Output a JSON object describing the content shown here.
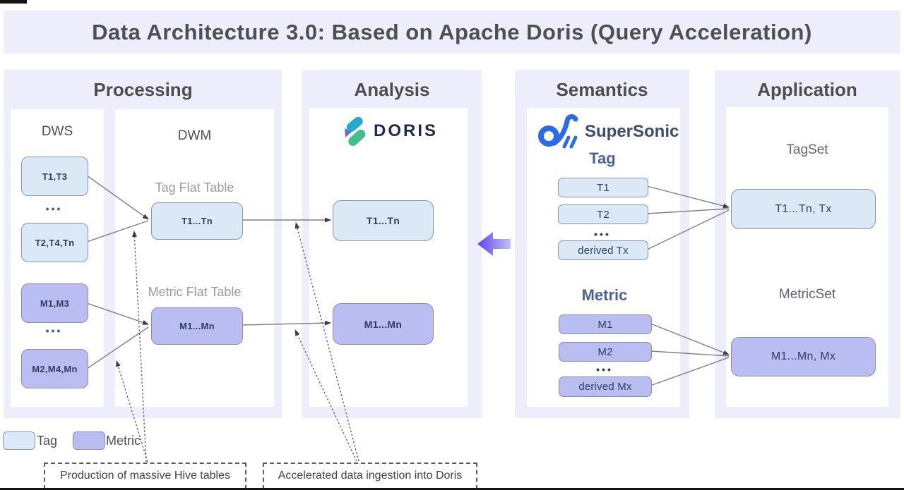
{
  "title": "Data Architecture 3.0: Based on Apache Doris (Query Acceleration)",
  "processing": {
    "header": "Processing",
    "dws": {
      "label": "DWS",
      "boxes": [
        "T1,T3",
        "T2,T4,Tn",
        "M1,M3",
        "M2,M4,Mn"
      ],
      "ellipsis": "•••"
    },
    "dwm": {
      "label": "DWM",
      "tag_flat_label": "Tag Flat Table",
      "tag_flat_box": "T1...Tn",
      "metric_flat_label": "Metric Flat Table",
      "metric_flat_box": "M1...Mn"
    }
  },
  "analysis": {
    "header": "Analysis",
    "logo_text": "DORIS",
    "tag_box": "T1...Tn",
    "metric_box": "M1...Mn"
  },
  "semantics": {
    "header": "Semantics",
    "logo_text": "SuperSonic",
    "tag_label": "Tag",
    "tag_items": [
      "T1",
      "T2"
    ],
    "tag_derived": "derived Tx",
    "ellipsis": "•••",
    "metric_label": "Metric",
    "metric_items": [
      "M1",
      "M2"
    ],
    "metric_derived": "derived Mx"
  },
  "application": {
    "header": "Application",
    "tagset_label": "TagSet",
    "tagset_box": "T1...Tn, Tx",
    "metricset_label": "MetricSet",
    "metricset_box": "M1...Mn, Mx"
  },
  "legend": {
    "tag_label": "Tag",
    "metric_label": "Metric"
  },
  "annotations": {
    "hive_note": "Production of massive Hive tables",
    "doris_note": "Accelerated data ingestion into Doris"
  },
  "colors": {
    "panel_lavender": "#ededfb",
    "tag_fill": "#dbe8f6",
    "metric_fill": "#babdf2",
    "connector_gray": "#7e7e7e",
    "arrow_purple": "#5b45e8",
    "supersonic_blue": "#2c6be8",
    "doris_navy": "#1e2b4a",
    "doris_teal": "#29a8cd",
    "doris_green": "#41c08e",
    "doris_periwinkle": "#5f6fe0"
  }
}
